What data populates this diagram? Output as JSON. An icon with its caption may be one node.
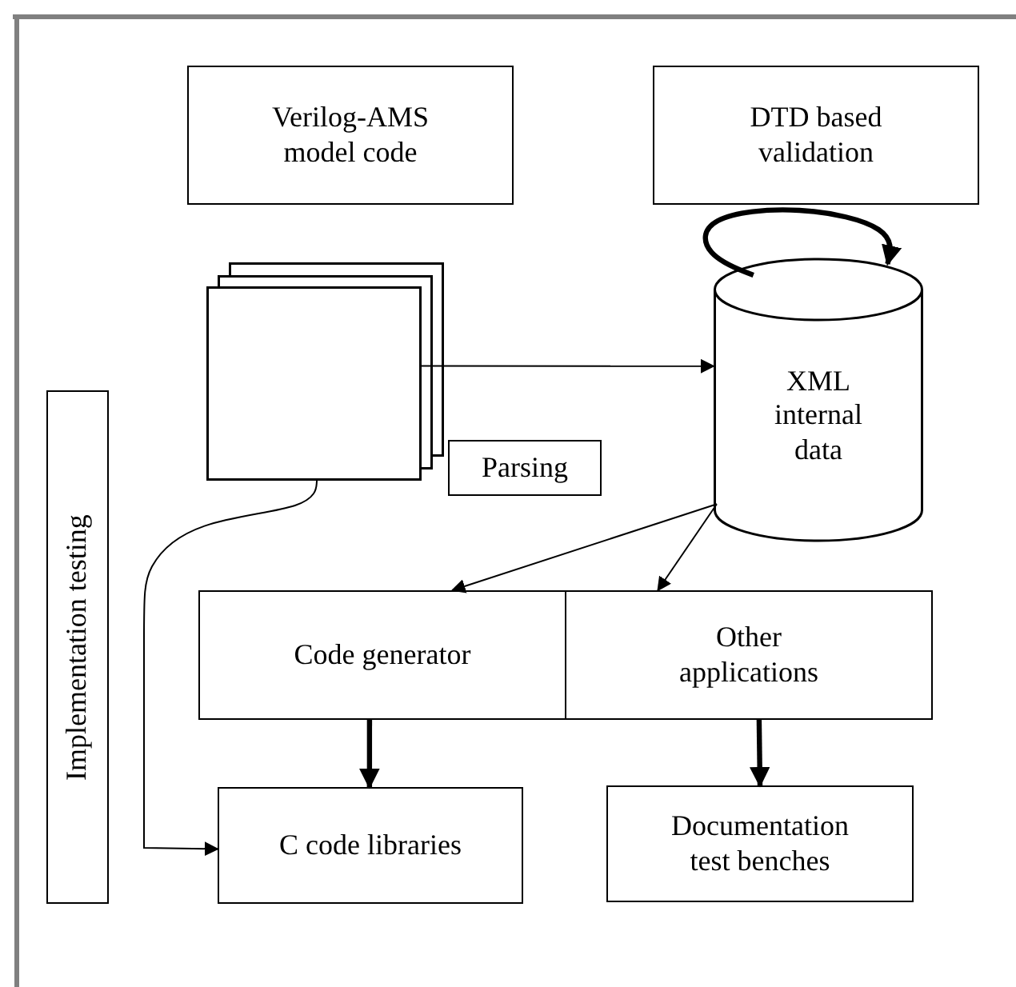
{
  "diagram": {
    "nodes": [
      {
        "text": [
          "Verilog-AMS model code"
        ]
      },
      {
        "text": [
          "DTD based validation"
        ]
      },
      {
        "text": [],
        "shape": "document-stack"
      },
      {
        "text": [
          "Parsing"
        ]
      },
      {
        "text": [
          "XML internal data"
        ]
      },
      {
        "text": [
          "Code generator"
        ]
      },
      {
        "text": [
          "Other applications"
        ]
      },
      {
        "text": [
          "C code libraries"
        ]
      },
      {
        "text": [
          "Documentation test benches"
        ]
      },
      {
        "text": [
          "Implementation testing"
        ]
      }
    ],
    "edges": [
      {
        "from": 2,
        "to": 4,
        "arrow": "to"
      },
      {
        "from": 4,
        "to": 4,
        "arrow": "to",
        "style": "thick"
      },
      {
        "from": 4,
        "to": 5,
        "arrow": "to"
      },
      {
        "from": 4,
        "to": 6,
        "arrow": "to"
      },
      {
        "from": 5,
        "to": 7,
        "arrow": "to",
        "style": "thick"
      },
      {
        "from": 6,
        "to": 8,
        "arrow": "to",
        "style": "thick"
      },
      {
        "from": 2,
        "to": 7,
        "arrow": "to"
      }
    ]
  }
}
